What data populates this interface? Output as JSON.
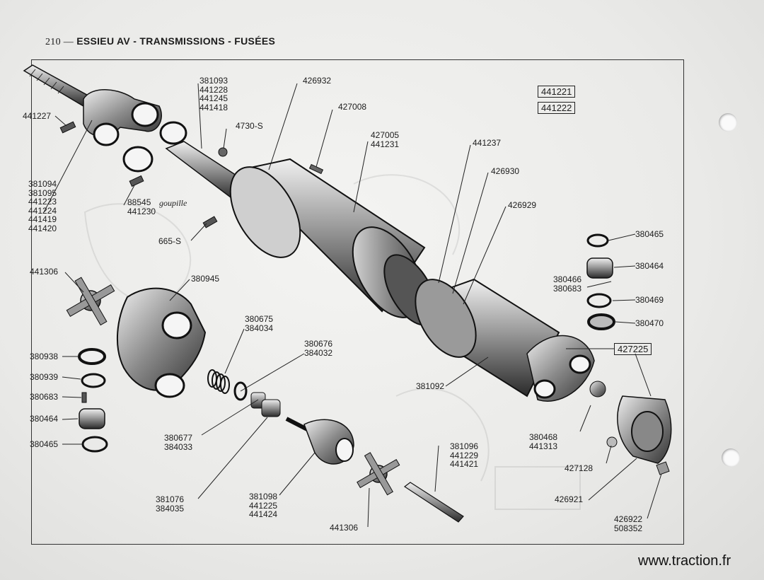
{
  "header": {
    "page_number": "210 —",
    "title": "ESSIEU AV - TRANSMISSIONS - FUSÉES"
  },
  "boxed_refs": [
    "441221",
    "441222"
  ],
  "labels": {
    "l441227": "441227",
    "l381093": "381093\n441228\n441245\n441418",
    "l4730": "4730-S",
    "l426932": "426932",
    "l427008": "427008",
    "l427005": "427005\n441231",
    "l441237": "441237",
    "l426930": "426930",
    "l426929": "426929",
    "l381094": "381094\n381095\n441223\n441224\n441419\n441420",
    "l88545": "88545\n441230",
    "goupille": "goupille",
    "l665": "665-S",
    "l441306a": "441306",
    "l380945": "380945",
    "l380938": "380938",
    "l380939": "380939",
    "l380683a": "380683",
    "l380464a": "380464",
    "l380465a": "380465",
    "l380675": "380675\n384034",
    "l380676": "380676\n384032",
    "l380677": "380677\n384033",
    "l381076": "381076\n384035",
    "l381098": "381098\n441225\n441424",
    "l441306b": "441306",
    "l381096": "381096\n441229\n441421",
    "l381092": "381092",
    "l380465b": "380465",
    "l380464b": "380464",
    "l380466": "380466\n380683",
    "l380469": "380469",
    "l380470": "380470",
    "l427225": "427225",
    "l380468": "380468\n441313",
    "l427128": "427128",
    "l426921": "426921",
    "l426922": "426922\n508352"
  },
  "footer": {
    "url": "www.traction.fr"
  }
}
